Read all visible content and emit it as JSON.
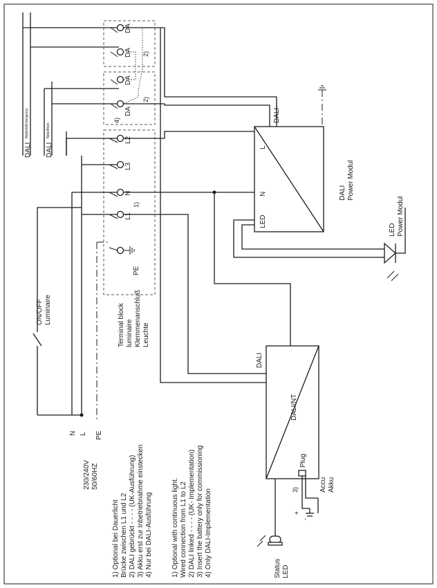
{
  "labels": {
    "dali_emergency": "DALI",
    "dali_emergency_sub": "Notlicht/Emergency",
    "dali_main": "DALI",
    "dali_main_sub": "Netz/Main",
    "terminal_da": "DA",
    "terminal_l2": "L2",
    "terminal_l3": "L3",
    "terminal_n": "N",
    "terminal_l1": "L1",
    "terminal_pe": "PE",
    "note_1": "1)",
    "note_2": "2)",
    "note_4": "4)",
    "note_3": "3)",
    "power_modul_dali": "DALI",
    "power_modul_name": "Power Modul",
    "power_modul_in_dali": "DALI",
    "power_modul_in_l": "L",
    "power_modul_in_n": "N",
    "power_modul_in_led": "LED",
    "led_pm_1": "LED",
    "led_pm_2": "Power Modul",
    "dali_int": "DALI/NT",
    "dali_int_in": "DALI",
    "plug": "Plug",
    "accu": "Accu",
    "akku": "Akku",
    "plus": "+",
    "minus": "-",
    "status_led_1": "Status",
    "status_led_2": "LED",
    "onoff_1": "ON/OFF",
    "onoff_2": "Luminaire",
    "mains_n": "N",
    "mains_l": "L",
    "mains_pe": "PE",
    "supply_1": "230/240V",
    "supply_2": "50/60HZ",
    "terminal_block_1": "Terminal block",
    "terminal_block_2": "luminaire",
    "terminal_block_3": "Klemmenanschluß",
    "terminal_block_4": "Leuchte"
  },
  "notes_de": [
    "1) Optional bei Dauerlicht",
    "    Brücke zwischen L1 und L2",
    "2) DALI gebrückt - - - - (UK-Ausführung)",
    "3) Akku erst zur Inbetriebnahme einstecken",
    "4) Nur bei DALI-Ausführung"
  ],
  "notes_en": [
    "1) Optional with continuous light.",
    "    Wired connection from L1 to L2",
    "2) DALI linked - - - - (UK- Implementation)",
    "3) Insert the battery only for commissioning",
    "4) Only DALI-Implementation"
  ]
}
